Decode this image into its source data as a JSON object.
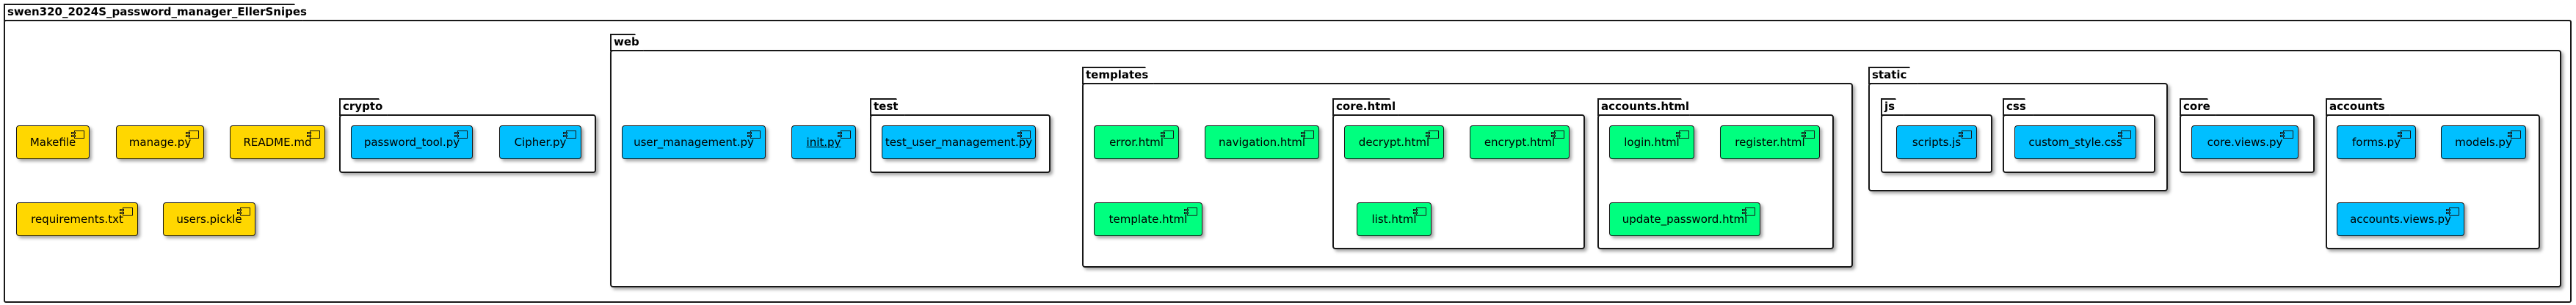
{
  "packages": {
    "root": "swen320_2024S_password_manager_EllerSnipes",
    "crypto": "crypto",
    "web": "web",
    "test": "test",
    "templates": "templates",
    "core_html": "core.html",
    "accounts_html": "accounts.html",
    "static": "static",
    "js": "js",
    "css": "css",
    "core": "core",
    "accounts": "accounts"
  },
  "components": {
    "makefile": "Makefile",
    "manage_py": "manage.py",
    "readme_md": "README.md",
    "requirements_txt": "requirements.txt",
    "users_pickle": "users.pickle",
    "password_tool_py": "password_tool.py",
    "cipher_py": "Cipher.py",
    "user_management_py": "user_management.py",
    "init_py": "init.py",
    "test_user_management_py": "test_user_management.py",
    "error_html": "error.html",
    "navigation_html": "navigation.html",
    "template_html": "template.html",
    "decrypt_html": "decrypt.html",
    "encrypt_html": "encrypt.html",
    "list_html": "list.html",
    "login_html": "login.html",
    "register_html": "register.html",
    "update_password_html": "update_password.html",
    "scripts_js": "scripts.js",
    "custom_style_css": "custom_style.css",
    "core_views_py": "core.views.py",
    "forms_py": "forms.py",
    "models_py": "models.py",
    "accounts_views_py": "accounts.views.py"
  },
  "colors": {
    "file": "#FFD700",
    "python_module": "#00BFFF",
    "html_template": "#00FF7F",
    "border": "#181818"
  }
}
